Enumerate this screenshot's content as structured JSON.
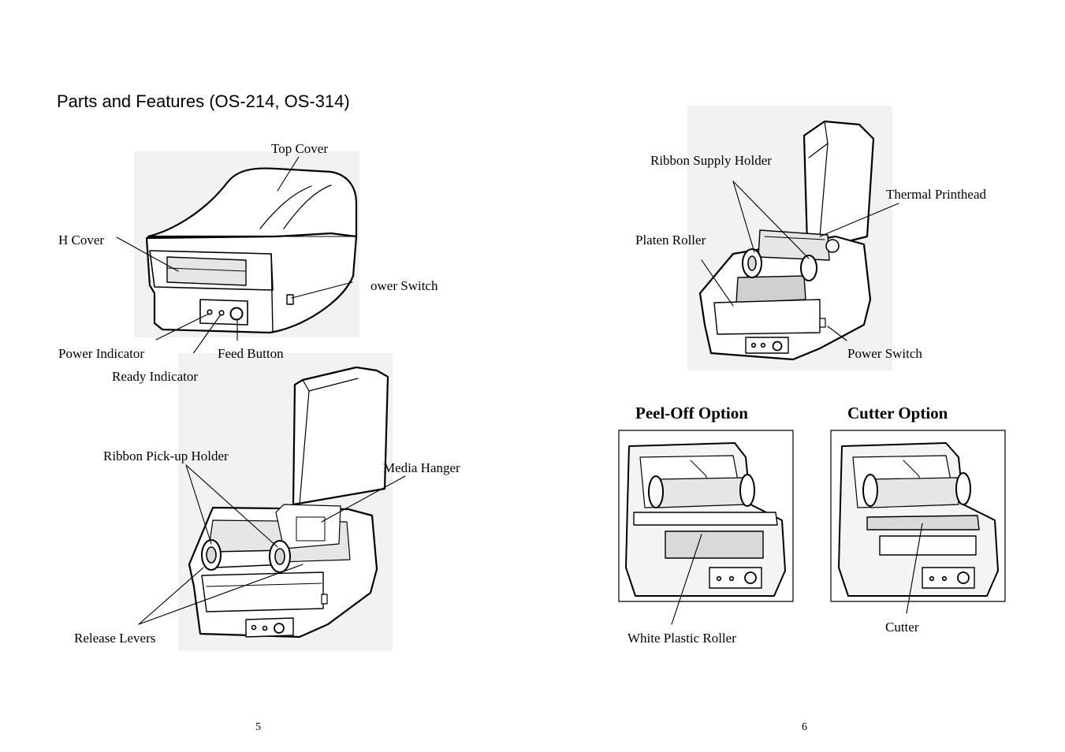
{
  "page_left": {
    "title": "Parts and Features (OS-214, OS-314)",
    "labels": {
      "top_cover": "Top Cover",
      "h_cover": "H Cover",
      "power_switch": "ower Switch",
      "power_indicator": "Power Indicator",
      "feed_button": "Feed Button",
      "ready_indicator": "Ready Indicator",
      "ribbon_pickup_holder": "Ribbon Pick-up Holder",
      "media_hanger": "Media Hanger",
      "release_levers": "Release Levers"
    },
    "page_number": "5"
  },
  "page_right": {
    "labels": {
      "ribbon_supply_holder": "Ribbon Supply Holder",
      "thermal_printhead": "Thermal Printhead",
      "platen_roller": "Platen Roller",
      "power_switch": "Power Switch",
      "white_plastic_roller": "White Plastic Roller",
      "cutter": "Cutter"
    },
    "options": {
      "peel_off": "Peel-Off Option",
      "cutter": "Cutter Option"
    },
    "page_number": "6"
  }
}
